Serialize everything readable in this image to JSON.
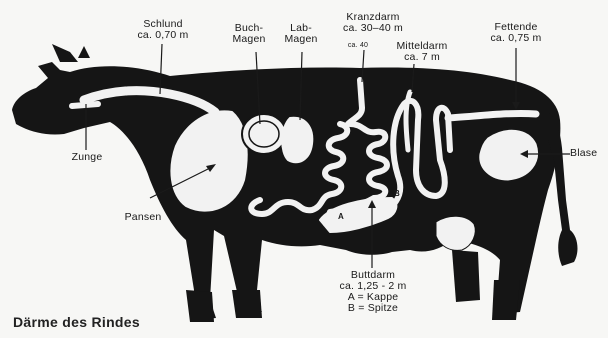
{
  "title": "Därme des Rindes",
  "labels": {
    "schlund_name": "Schlund",
    "schlund_len": "ca. 0,70 m",
    "buch_1": "Buch-",
    "buch_2": "Magen",
    "lab_1": "Lab-",
    "lab_2": "Magen",
    "kranz_name": "Kranzdarm",
    "kranz_len": "ca. 30–40 m",
    "kranz_small": "ca. 40",
    "mittel_name": "Mitteldarm",
    "mittel_len": "ca. 7 m",
    "fett_name": "Fettende",
    "fett_len": "ca. 0,75 m",
    "zunge": "Zunge",
    "blase": "Blase",
    "pansen": "Pansen",
    "butt_name": "Buttdarm",
    "butt_len": "ca. 1,25 - 2 m",
    "butt_a": "A = Kappe",
    "butt_b": "B = Spitze",
    "mark_a": "A",
    "mark_b": "B"
  }
}
